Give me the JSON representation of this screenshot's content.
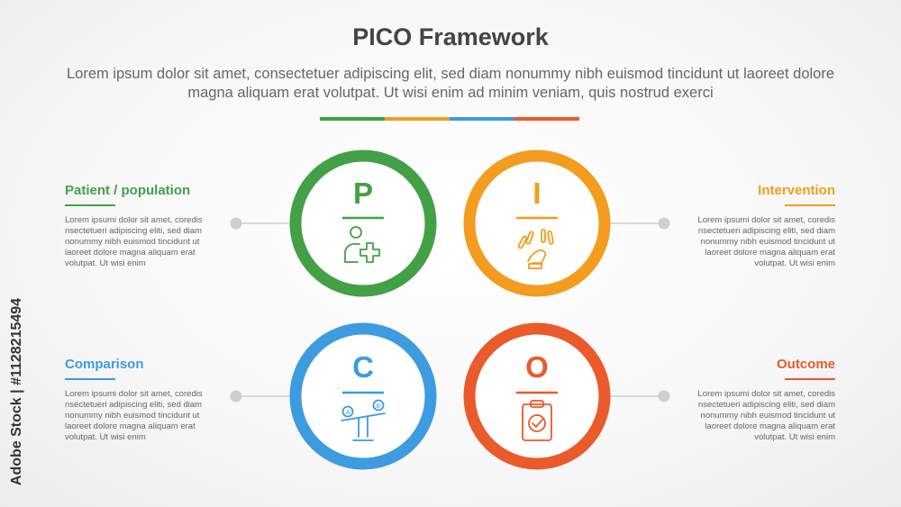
{
  "header": {
    "title": "PICO Framework",
    "subtitle": "Lorem ipsum dolor sit amet, consectetuer adipiscing elit, sed diam nonummy nibh euismod tincidunt ut laoreet dolore magna aliquam erat volutpat. Ut wisi enim ad minim veniam, quis nostrud exerci"
  },
  "colorbar": [
    "#43a047",
    "#f39c1f",
    "#3d9be0",
    "#ea5a2a"
  ],
  "watermark": "Adobe Stock | #1128215494",
  "items": [
    {
      "letter": "P",
      "heading": "Patient / population",
      "color": "#43a047",
      "icon": "patient-plus-icon",
      "text": "Lorem ipsumi dolor sit amet, coredis nsectetueri adipiscing eliti, sed diam nonummy nibh euismod tincidunt ut laoreet dolore magna aliquam erat volutpat. Ut wisi enim"
    },
    {
      "letter": "I",
      "heading": "Intervention",
      "color": "#f39c1f",
      "icon": "hand-pills-icon",
      "text": "Lorem ipsumi dolor sit amet, coredis nsectetueri adipiscing eliti, sed diam nonummy nibh euismod tincidunt ut laoreet dolore magna aliquam erat volutpat. Ut wisi enim"
    },
    {
      "letter": "C",
      "heading": "Comparison",
      "color": "#3d9be0",
      "icon": "balance-scale-icon",
      "text": "Lorem ipsumi dolor sit amet, coredis nsectetueri adipiscing eliti, sed diam nonummy nibh euismod tincidunt ut laoreet dolore magna aliquam erat volutpat. Ut wisi enim"
    },
    {
      "letter": "O",
      "heading": "Outcome",
      "color": "#ea5a2a",
      "icon": "clipboard-check-icon",
      "text": "Lorem ipsumi dolor sit amet, coredis nsectetueri adipiscing eliti, sed diam nonummy nibh euismod tincidunt ut laoreet dolore magna aliquam erat volutpat. Ut wisi enim"
    }
  ]
}
